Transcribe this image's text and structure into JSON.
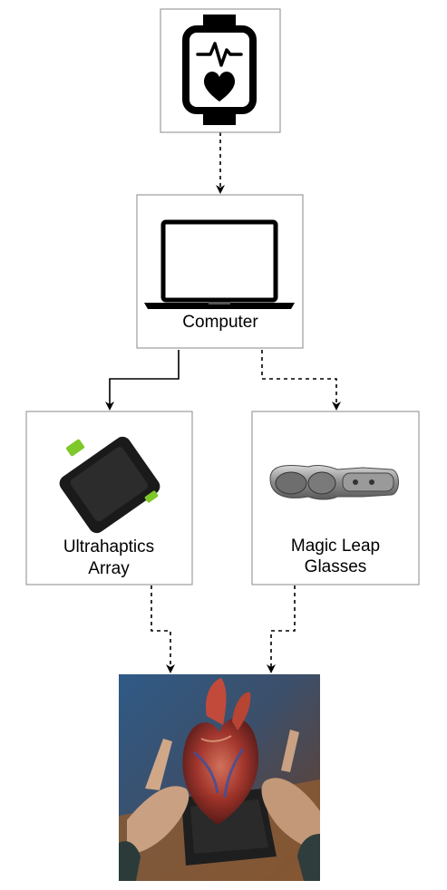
{
  "nodes": {
    "wearable": {
      "label": "",
      "icon": "smartwatch-heart-icon"
    },
    "computer": {
      "label": "Computer",
      "icon": "laptop-icon"
    },
    "ultrahaptics": {
      "label_line1": "Ultrahaptics",
      "label_line2": "Array",
      "icon": "haptic-array-device"
    },
    "magic_leap": {
      "label_line1": "Magic Leap",
      "label_line2": "Glasses",
      "icon": "ar-glasses-device"
    },
    "result": {
      "label": "",
      "icon": "holographic-heart-photo"
    }
  },
  "edges": [
    {
      "from": "wearable",
      "to": "computer",
      "style": "dashed"
    },
    {
      "from": "computer",
      "to": "ultrahaptics",
      "style": "solid"
    },
    {
      "from": "computer",
      "to": "magic_leap",
      "style": "dashed"
    },
    {
      "from": "ultrahaptics",
      "to": "result",
      "style": "dashed"
    },
    {
      "from": "magic_leap",
      "to": "result",
      "style": "dashed"
    }
  ],
  "colors": {
    "box_border": "#8a8a8a",
    "line": "#000000",
    "device_green": "#7ec82a"
  }
}
